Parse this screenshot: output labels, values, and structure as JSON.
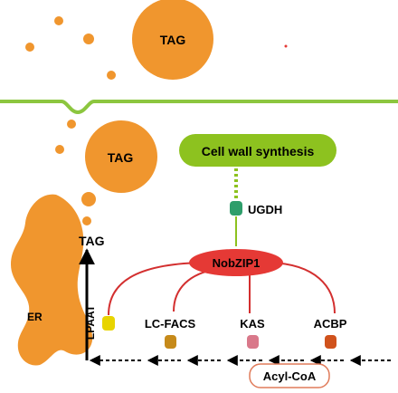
{
  "labels": {
    "tag_top": "TAG",
    "tag_mid": "TAG",
    "tag_er": "TAG",
    "er": "ER",
    "lpaat": "LPAAT",
    "lc_facs": "LC-FACS",
    "kas": "KAS",
    "acbp": "ACBP",
    "acyl_coa": "Acyl-CoA",
    "ugdh": "UGDH",
    "nobzip1": "NobZIP1",
    "cell_wall": "Cell wall synthesis"
  },
  "colors": {
    "tag_orange": "#F0962E",
    "membrane_green": "#8CC63F",
    "box_green": "#8DC21F",
    "nobzip_red": "#E53935",
    "connector_red": "#D32F2F",
    "ugdh_green": "#2E9E6B",
    "lpaat_yellow": "#E8D400",
    "lcfacs_brown": "#C68A1A",
    "kas_pink": "#D9788A",
    "acbp_red": "#D0521C",
    "acyl_border": "#E07B5A"
  }
}
